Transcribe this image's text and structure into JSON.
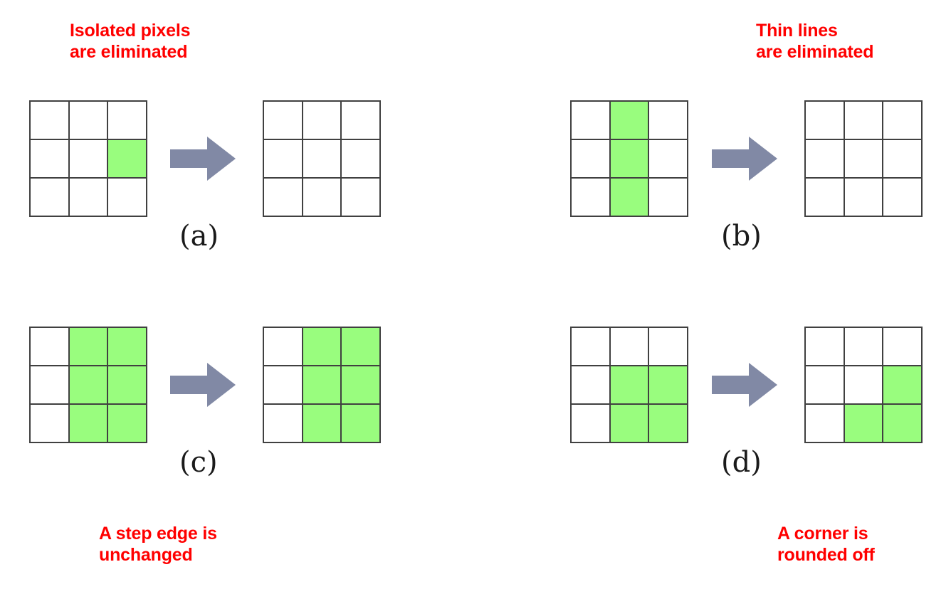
{
  "figure": {
    "title": "Morphological opening / closing effects on 3x3 neighborhoods",
    "green_color": "#99fd7e",
    "arrow_color": "#8189a5",
    "grid_line_color": "#404040",
    "caption_color": "#ff0000"
  },
  "panels": [
    {
      "id": "a",
      "label": "(a)",
      "caption": "Isolated pixels\nare eliminated",
      "caption_position": "top-left",
      "arrow_icon": "right-arrow-icon",
      "input_grid": [
        [
          0,
          0,
          0
        ],
        [
          0,
          0,
          1
        ],
        [
          0,
          0,
          0
        ]
      ],
      "output_grid": [
        [
          0,
          0,
          0
        ],
        [
          0,
          0,
          0
        ],
        [
          0,
          0,
          0
        ]
      ]
    },
    {
      "id": "b",
      "label": "(b)",
      "caption": "Thin lines\nare eliminated",
      "caption_position": "top-right",
      "arrow_icon": "right-arrow-icon",
      "input_grid": [
        [
          0,
          1,
          0
        ],
        [
          0,
          1,
          0
        ],
        [
          0,
          1,
          0
        ]
      ],
      "output_grid": [
        [
          0,
          0,
          0
        ],
        [
          0,
          0,
          0
        ],
        [
          0,
          0,
          0
        ]
      ]
    },
    {
      "id": "c",
      "label": "(c)",
      "caption": "A step edge is\nunchanged",
      "caption_position": "bottom-left",
      "arrow_icon": "right-arrow-icon",
      "input_grid": [
        [
          0,
          1,
          1
        ],
        [
          0,
          1,
          1
        ],
        [
          0,
          1,
          1
        ]
      ],
      "output_grid": [
        [
          0,
          1,
          1
        ],
        [
          0,
          1,
          1
        ],
        [
          0,
          1,
          1
        ]
      ]
    },
    {
      "id": "d",
      "label": "(d)",
      "caption": "A corner is\nrounded off",
      "caption_position": "bottom-right",
      "arrow_icon": "right-arrow-icon",
      "input_grid": [
        [
          0,
          0,
          0
        ],
        [
          0,
          1,
          1
        ],
        [
          0,
          1,
          1
        ]
      ],
      "output_grid": [
        [
          0,
          0,
          0
        ],
        [
          0,
          0,
          1
        ],
        [
          0,
          1,
          1
        ]
      ]
    }
  ]
}
